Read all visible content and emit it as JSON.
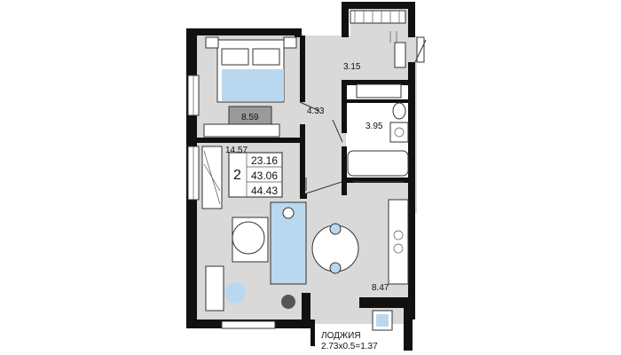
{
  "plan": {
    "rooms": 2,
    "living_area": "23.16",
    "total_area": "43.06",
    "total_area_with_loggia": "44.43",
    "bedroom_area": "8.59",
    "hall_area": "3.15",
    "corridor_area": "4.33",
    "bathroom_area": "3.95",
    "living_room_area": "14.57",
    "kitchen_area": "8.47",
    "loggia_label": "ЛОДЖИЯ",
    "loggia_formula": "2.73x0.5=1.37"
  },
  "colors": {
    "wall": "#111111",
    "floor": "#d9d9d9",
    "accent": "#b9d8f0"
  }
}
